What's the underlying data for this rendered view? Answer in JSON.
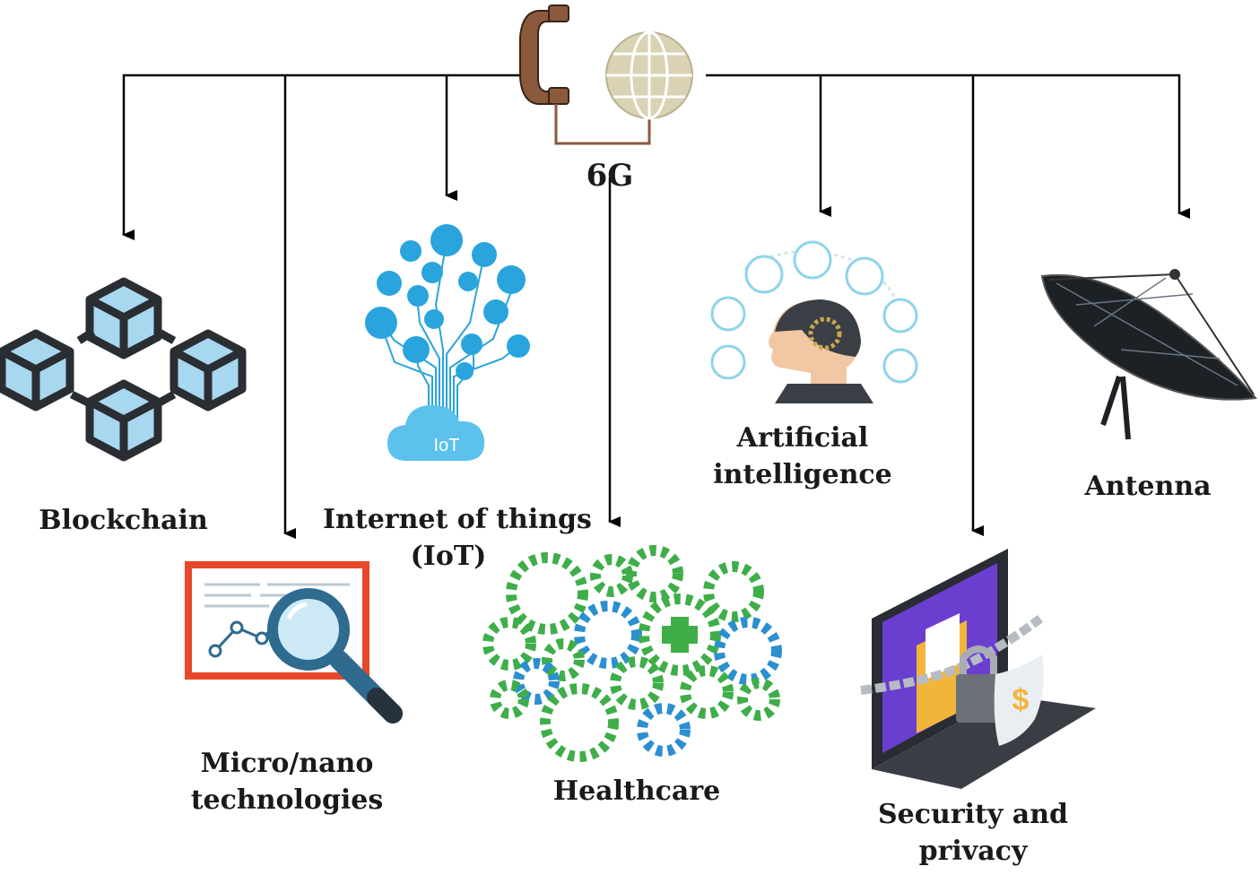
{
  "hub": {
    "label": "6G",
    "phone_color": "#8b5a3c",
    "globe_color": "#d9d2b4"
  },
  "nodes": {
    "blockchain": {
      "label": "Blockchain",
      "icon": "blockchain-icon"
    },
    "micro_nano": {
      "line1": "Micro/nano",
      "line2": "technologies",
      "icon": "magnifier-chart-icon"
    },
    "iot": {
      "line1": "Internet of things",
      "line2": "(IoT)",
      "icon": "iot-tree-icon",
      "cloud_text": "IoT"
    },
    "healthcare": {
      "label": "Healthcare",
      "icon": "healthcare-gears-icon"
    },
    "ai": {
      "line1": "Artificial",
      "line2": "intelligence",
      "icon": "ai-head-icon"
    },
    "security": {
      "line1": "Security and",
      "line2": "privacy",
      "icon": "locked-laptop-icon"
    },
    "antenna": {
      "label": "Antenna",
      "icon": "satellite-dish-icon"
    }
  },
  "colors": {
    "connector": "#000000",
    "cube_fill": "#a8d8f0",
    "cube_stroke": "#2a2e33",
    "iot_blue": "#2aa4dc",
    "health_green": "#3fae49",
    "health_blue": "#2b8fd0",
    "frame_red": "#e8472b",
    "laptop_purple": "#6a3fd0",
    "folder_yellow": "#f2b53c"
  }
}
